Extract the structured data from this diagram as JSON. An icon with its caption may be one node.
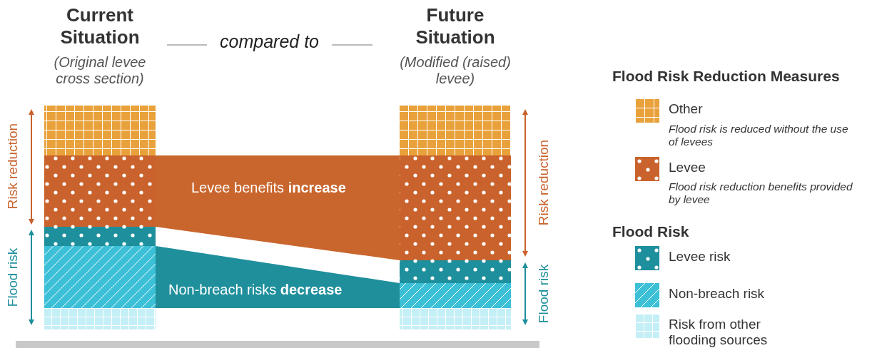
{
  "diagram": {
    "nodes": [
      {
        "text": [
          "Levee benefits **increase**"
        ]
      },
      {
        "text": [
          "Non-breach risks **decrease**"
        ]
      }
    ],
    "edges": [],
    "labels": [
      "Current Situation",
      "compared to",
      "Future Situation",
      "(Original levee cross section)",
      "(Modified (raised) levee)",
      "Risk reduction",
      "Flood risk",
      "Risk reduction",
      "Flood risk",
      "Flood Risk Reduction Measures",
      "Flood risk is reduced without the use of levees",
      "Flood risk reduction benefits provided by levee",
      "Flood Risk"
    ],
    "legend": [
      {
        "text": "Other"
      },
      {
        "text": "Levee"
      },
      {
        "text": "Levee risk"
      },
      {
        "text": "Non-breach risk"
      },
      {
        "text": "Risk from other flooding sources"
      }
    ]
  }
}
